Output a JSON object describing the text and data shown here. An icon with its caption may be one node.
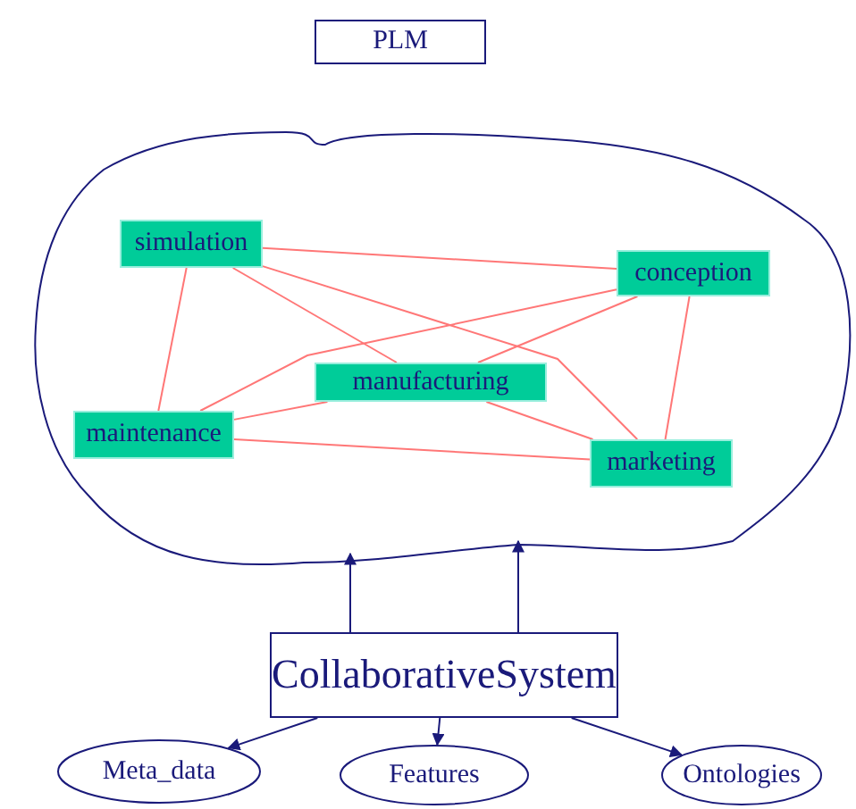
{
  "diagram": {
    "nodes": [
      {
        "text": [
          "PLM"
        ]
      },
      {
        "text": [],
        "shape": "cloud"
      },
      {
        "text": [
          "simulation"
        ],
        "in": 1
      },
      {
        "text": [
          "conception"
        ],
        "in": 1
      },
      {
        "text": [
          "manufacturing"
        ],
        "in": 1
      },
      {
        "text": [
          "maintenance"
        ],
        "in": 1
      },
      {
        "text": [
          "marketing"
        ],
        "in": 1
      },
      {
        "text": [
          "CollaborativeSystem"
        ]
      },
      {
        "text": [
          "Meta_data"
        ]
      },
      {
        "text": [
          "Features"
        ]
      },
      {
        "text": [
          "Ontologies"
        ]
      }
    ],
    "edges": [
      {
        "from": 2,
        "to": 3,
        "arrow": "none"
      },
      {
        "from": 2,
        "to": 6,
        "arrow": "none"
      },
      {
        "from": 2,
        "to": 4,
        "arrow": "none"
      },
      {
        "from": 4,
        "to": 6,
        "arrow": "none"
      },
      {
        "from": 2,
        "to": 5,
        "arrow": "none"
      },
      {
        "from": 3,
        "to": 5,
        "arrow": "none"
      },
      {
        "from": 3,
        "to": 4,
        "arrow": "none"
      },
      {
        "from": 3,
        "to": 6,
        "arrow": "none"
      },
      {
        "from": 5,
        "to": 4,
        "arrow": "none"
      },
      {
        "from": 5,
        "to": 6,
        "arrow": "none"
      },
      {
        "from": 7,
        "to": 1,
        "arrow": "to",
        "color": "#1a1a7a"
      },
      {
        "from": 7,
        "to": 1,
        "arrow": "to",
        "color": "#1a1a7a"
      },
      {
        "from": 7,
        "to": 8,
        "arrow": "to",
        "color": "#1a1a7a"
      },
      {
        "from": 7,
        "to": 9,
        "arrow": "to",
        "color": "#1a1a7a"
      },
      {
        "from": 7,
        "to": 10,
        "arrow": "to",
        "color": "#1a1a7a"
      }
    ]
  }
}
